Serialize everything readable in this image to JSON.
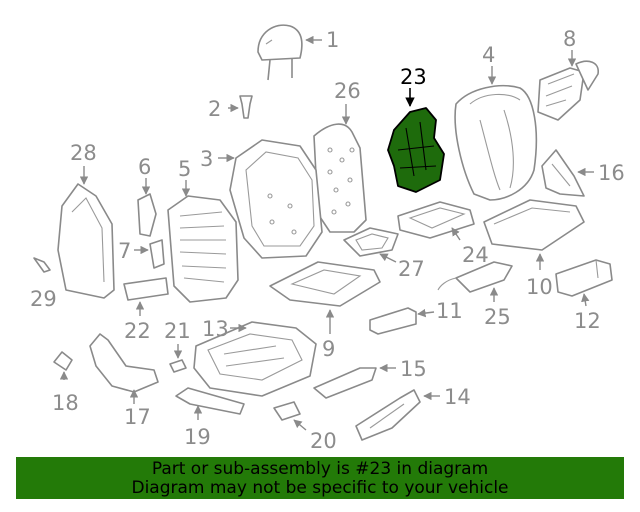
{
  "diagram": {
    "highlighted_part": "23",
    "callouts": [
      "1",
      "2",
      "3",
      "4",
      "5",
      "6",
      "7",
      "8",
      "9",
      "10",
      "11",
      "12",
      "13",
      "14",
      "15",
      "16",
      "17",
      "18",
      "19",
      "20",
      "21",
      "22",
      "23",
      "24",
      "25",
      "26",
      "27",
      "28",
      "29"
    ],
    "highlight_color": "#1e6b0c"
  },
  "banner": {
    "line1": "Part or sub-assembly is #23 in diagram",
    "line2": "Diagram may not be specific to your vehicle",
    "background": "#237a08"
  }
}
